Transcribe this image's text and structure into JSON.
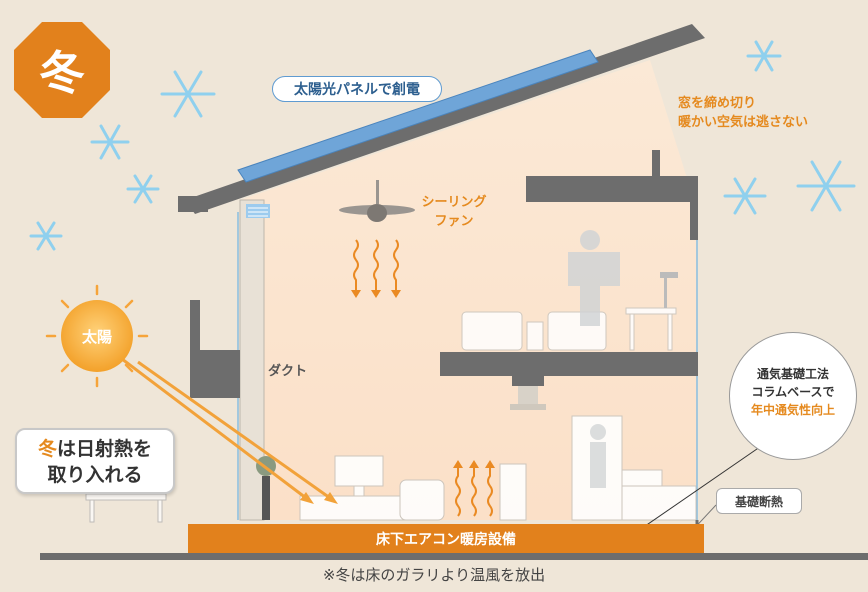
{
  "season": {
    "label": "冬"
  },
  "solar_panel": {
    "label": "太陽光パネルで創電"
  },
  "window_note": {
    "line1": "窓を締め切り",
    "line2": "暖かい空気は逃さない"
  },
  "ceiling_fan": {
    "line1": "シーリング",
    "line2": "ファン"
  },
  "sun": {
    "label": "太陽"
  },
  "duct": {
    "label": "ダクト"
  },
  "callout": {
    "highlight": "冬",
    "line1_rest": "は日射熱を",
    "line2": "取り入れる"
  },
  "foundation": {
    "line1": "通気基礎工法",
    "line2": "コラムベースで",
    "line3": "年中通気性向上"
  },
  "insulation": {
    "label": "基礎断熱"
  },
  "floor_heating": {
    "label": "床下エアコン暖房設備"
  },
  "footnote": "※冬は床のガラリより温風を放出",
  "colors": {
    "accent_orange": "#e58a1f",
    "panel_blue": "#5f9bd1",
    "snow_blue": "#8fd0ee",
    "wall_grey": "#6d6d6d"
  }
}
